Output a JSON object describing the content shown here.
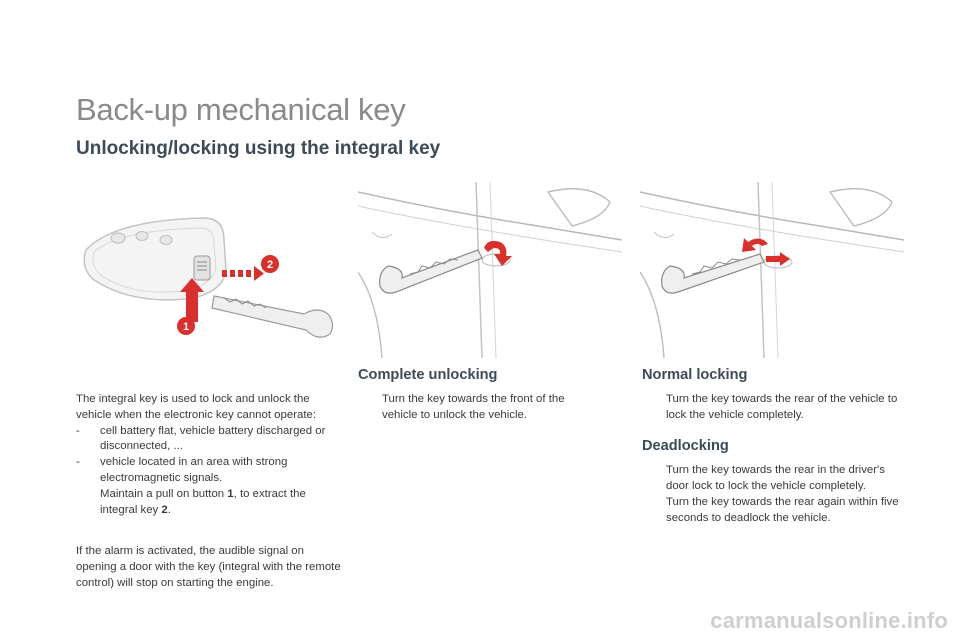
{
  "page": {
    "title": "Back-up mechanical key",
    "section_title": "Unlocking/locking using the integral key"
  },
  "figure_key": {
    "callout_1": "1",
    "callout_2": "2"
  },
  "intro": {
    "paragraph": "The integral key is used to lock and unlock the vehicle when the electronic key cannot operate:",
    "items": [
      {
        "marker": "-",
        "text": "cell battery flat, vehicle battery discharged or disconnected, ..."
      },
      {
        "marker": "-",
        "text": "vehicle located in an area with strong electromagnetic signals."
      }
    ],
    "pull": {
      "marker": "",
      "before": "Maintain a pull on button ",
      "b1": "1",
      "mid": ", to extract the integral key ",
      "b2": "2",
      "after": "."
    },
    "alarm_note": "If the alarm is activated, the audible signal on opening a door with the key (integral with the remote control) will stop on starting the engine."
  },
  "complete_unlocking": {
    "heading": "Complete unlocking",
    "items": [
      {
        "marker": "",
        "text": "Turn the key towards the front of the vehicle to unlock the vehicle."
      }
    ]
  },
  "normal_locking": {
    "heading": "Normal locking",
    "items": [
      {
        "marker": "",
        "text": "Turn the key towards the rear of the vehicle to lock the vehicle completely."
      }
    ]
  },
  "deadlocking": {
    "heading": "Deadlocking",
    "items": [
      {
        "marker": "",
        "text": "Turn the key towards the rear in the driver's door lock to lock the vehicle completely."
      },
      {
        "marker": "",
        "text": "Turn the key towards the rear again within five seconds to deadlock the vehicle."
      }
    ]
  },
  "footer": {
    "watermark": "carmanualsonline.info"
  },
  "colors": {
    "title": "#8a8a8a",
    "heading": "#3d4b57",
    "arrow_red": "#d9302c",
    "line": "#b8b8b8"
  }
}
